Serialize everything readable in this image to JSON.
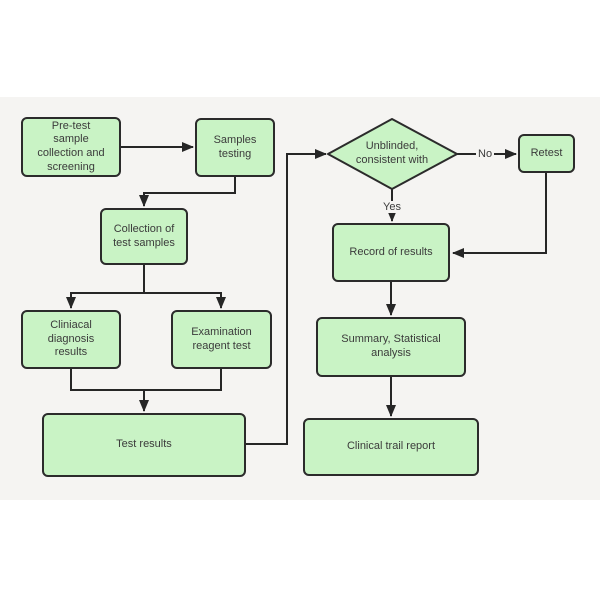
{
  "colors": {
    "page_bg": "#ffffff",
    "panel_bg": "#f5f4f2",
    "node_fill": "#c9f3c5",
    "node_border": "#2b2b2b",
    "edge_color": "#262626",
    "text_color": "#3b3b3b"
  },
  "nodes": {
    "pretest": {
      "label": "Pre-test\nsample\ncollection and\nscreening"
    },
    "samples_testing": {
      "label": "Samples\ntesting"
    },
    "collection": {
      "label": "Collection of\ntest samples"
    },
    "clinical_diagnosis": {
      "label": "Cliniacal\ndiagnosis\nresults"
    },
    "examination": {
      "label": "Examination\nreagent test"
    },
    "test_results": {
      "label": "Test results"
    },
    "decision": {
      "label": "Unblinded,\nconsistent with"
    },
    "retest": {
      "label": "Retest"
    },
    "record": {
      "label": "Record of results"
    },
    "summary": {
      "label": "Summary, Statistical\nanalysis"
    },
    "report": {
      "label": "Clinical trail report"
    }
  },
  "edge_labels": {
    "yes": "Yes",
    "no": "No"
  },
  "edges": [
    {
      "from": "pretest",
      "to": "samples_testing",
      "label": ""
    },
    {
      "from": "samples_testing",
      "to": "collection",
      "label": ""
    },
    {
      "from": "collection",
      "to": "clinical_diagnosis",
      "label": ""
    },
    {
      "from": "collection",
      "to": "examination",
      "label": ""
    },
    {
      "from": "clinical_diagnosis",
      "to": "test_results",
      "label": ""
    },
    {
      "from": "examination",
      "to": "test_results",
      "label": ""
    },
    {
      "from": "test_results",
      "to": "decision",
      "label": ""
    },
    {
      "from": "decision",
      "to": "retest",
      "label": "No"
    },
    {
      "from": "decision",
      "to": "record",
      "label": "Yes"
    },
    {
      "from": "retest",
      "to": "record",
      "label": ""
    },
    {
      "from": "record",
      "to": "summary",
      "label": ""
    },
    {
      "from": "summary",
      "to": "report",
      "label": ""
    }
  ]
}
